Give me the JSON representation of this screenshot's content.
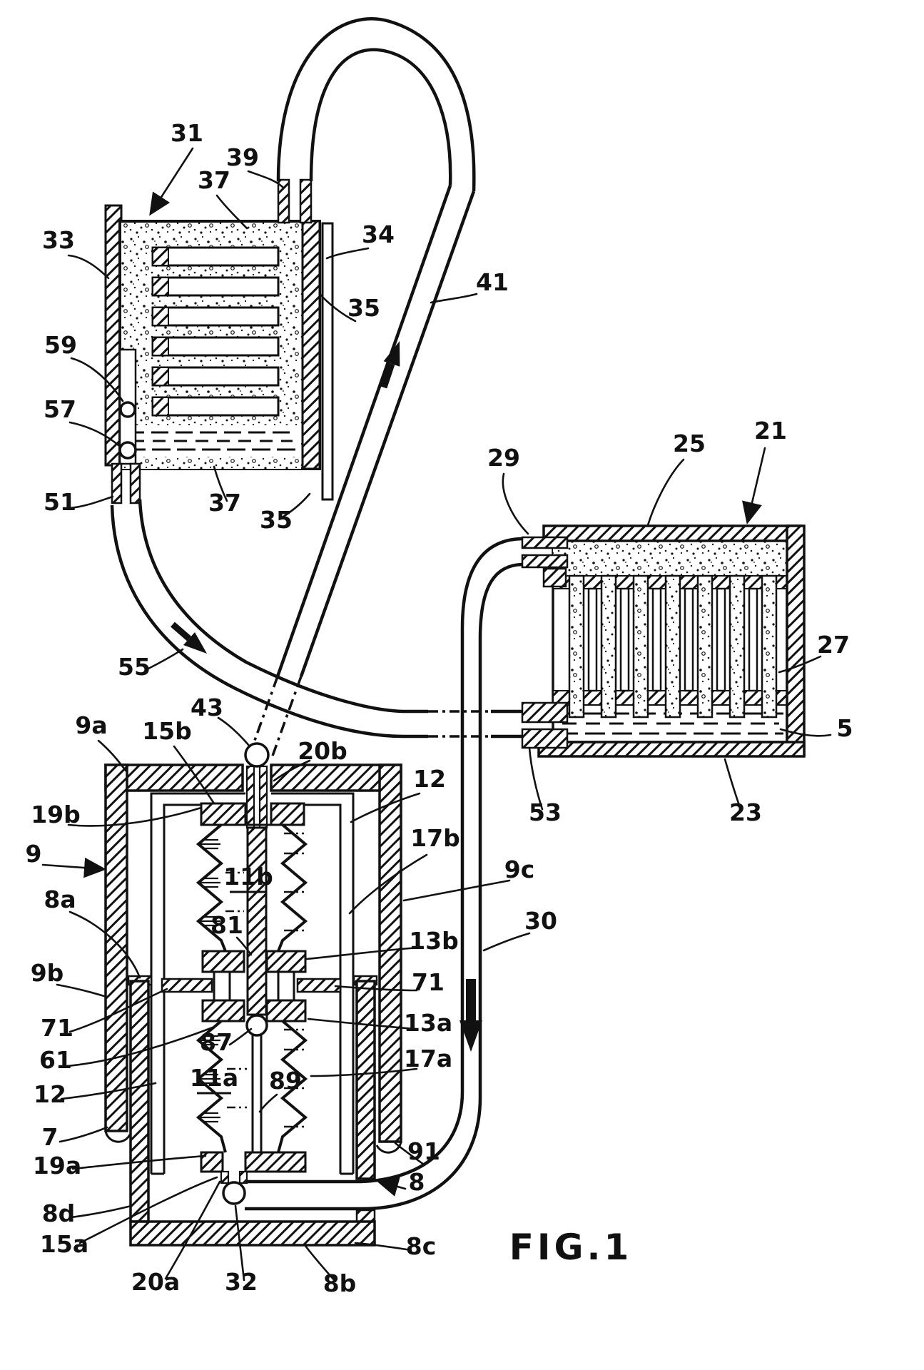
{
  "figure": {
    "title": "FIG.1"
  },
  "colors": {
    "ink": "#111111",
    "paper": "#ffffff"
  },
  "labels": [
    {
      "text": "31"
    },
    {
      "text": "39"
    },
    {
      "text": "37"
    },
    {
      "text": "33"
    },
    {
      "text": "34"
    },
    {
      "text": "35"
    },
    {
      "text": "41"
    },
    {
      "text": "59"
    },
    {
      "text": "57"
    },
    {
      "text": "51"
    },
    {
      "text": "37"
    },
    {
      "text": "35"
    },
    {
      "text": "29"
    },
    {
      "text": "25"
    },
    {
      "text": "21"
    },
    {
      "text": "27"
    },
    {
      "text": "5"
    },
    {
      "text": "53"
    },
    {
      "text": "23"
    },
    {
      "text": "55"
    },
    {
      "text": "43"
    },
    {
      "text": "9a"
    },
    {
      "text": "15b"
    },
    {
      "text": "20b"
    },
    {
      "text": "12"
    },
    {
      "text": "19b"
    },
    {
      "text": "17b"
    },
    {
      "text": "9"
    },
    {
      "text": "9c"
    },
    {
      "text": "8a"
    },
    {
      "text": "81"
    },
    {
      "text": "11b"
    },
    {
      "text": "30"
    },
    {
      "text": "9b"
    },
    {
      "text": "13b"
    },
    {
      "text": "71"
    },
    {
      "text": "71"
    },
    {
      "text": "13a"
    },
    {
      "text": "61"
    },
    {
      "text": "87"
    },
    {
      "text": "17a"
    },
    {
      "text": "12"
    },
    {
      "text": "11a"
    },
    {
      "text": "89"
    },
    {
      "text": "7"
    },
    {
      "text": "19a"
    },
    {
      "text": "91"
    },
    {
      "text": "8"
    },
    {
      "text": "8d"
    },
    {
      "text": "15a"
    },
    {
      "text": "8c"
    },
    {
      "text": "20a"
    },
    {
      "text": "32"
    },
    {
      "text": "8b"
    }
  ]
}
